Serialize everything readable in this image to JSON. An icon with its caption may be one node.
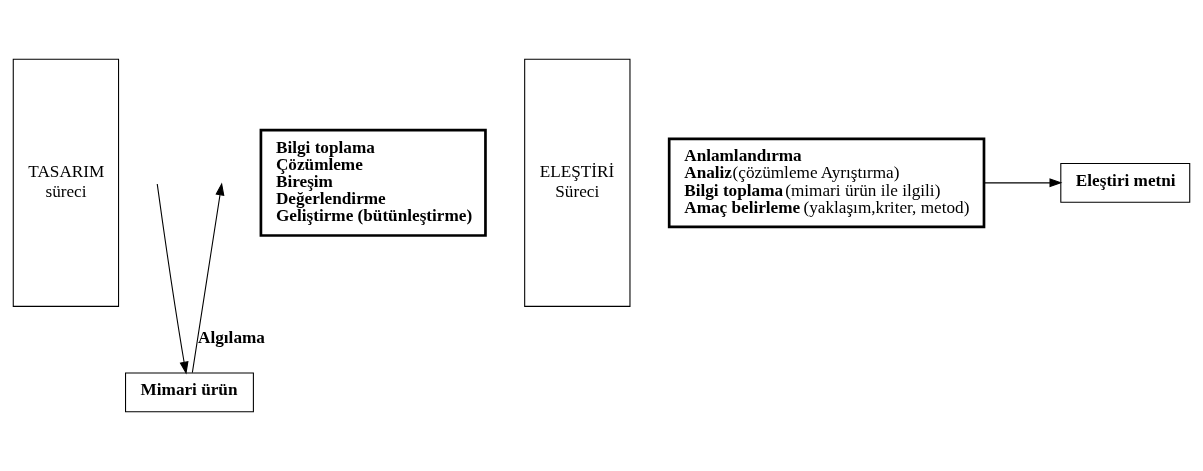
{
  "diagram": {
    "nodes": [
      {
        "text": [
          "TASARIM",
          "süreci"
        ]
      },
      {
        "text": [
          "Bilgi toplama",
          "Çözümleme",
          "Bireşim",
          "Değerlendirme",
          "Geliştirme (bütünleştirme)"
        ]
      },
      {
        "text": [
          "Mimari ürün"
        ]
      },
      {
        "text": [
          "ELEŞTİRİ",
          "Süreci"
        ]
      },
      {
        "text": [
          "**Anlamlandırma**",
          "**Analiz**(çözümleme Ayrıştırma)",
          "**Bilgi toplama**(mimari ürün ile ilgili)",
          "**Amaç belirleme** (yaklaşım,kriter, metod)"
        ]
      },
      {
        "text": [
          "Eleştiri metni"
        ]
      }
    ],
    "edges": [
      {
        "from": null,
        "to": 2,
        "arrow": "to"
      },
      {
        "from": 2,
        "to": null,
        "arrow": "to",
        "label": "Algılama"
      },
      {
        "from": 4,
        "to": 5,
        "arrow": "to"
      }
    ]
  }
}
